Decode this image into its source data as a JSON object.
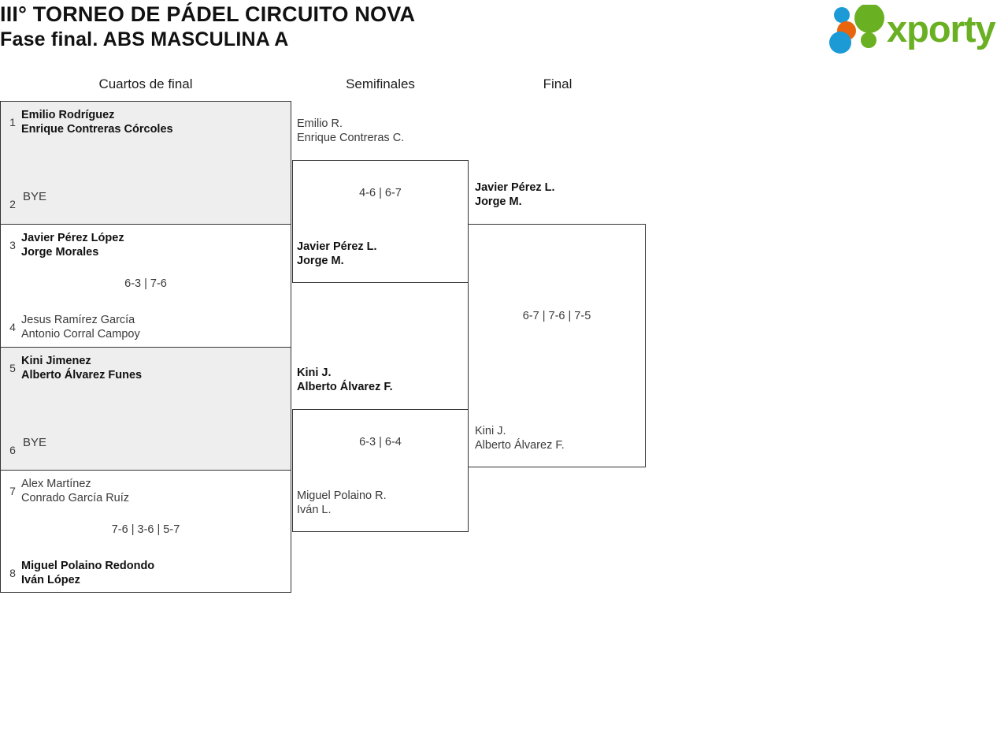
{
  "header": {
    "title_line1": "III° TORNEO DE PÁDEL CIRCUITO NOVA",
    "title_line2": "Fase final. ABS MASCULINA A",
    "logo_text": "xporty",
    "logo_colors": {
      "green": "#6ab023",
      "blue": "#1b9ad6",
      "orange": "#e8650d"
    }
  },
  "rounds": [
    {
      "label": "Cuartos de final"
    },
    {
      "label": "Semifinales"
    },
    {
      "label": "Final"
    }
  ],
  "quarterfinals": [
    {
      "shaded": true,
      "score": "",
      "top": {
        "seed": "1",
        "winner": true,
        "players": [
          "Emilio Rodríguez",
          "Enrique Contreras Córcoles"
        ]
      },
      "bottom": {
        "seed": "2",
        "winner": false,
        "players": [
          "BYE"
        ]
      }
    },
    {
      "shaded": false,
      "score": "6-3 | 7-6",
      "top": {
        "seed": "3",
        "winner": true,
        "players": [
          "Javier Pérez López",
          "Jorge Morales"
        ]
      },
      "bottom": {
        "seed": "4",
        "winner": false,
        "players": [
          "Jesus Ramírez García",
          "Antonio Corral Campoy"
        ]
      }
    },
    {
      "shaded": true,
      "score": "",
      "top": {
        "seed": "5",
        "winner": true,
        "players": [
          "Kini Jimenez",
          "Alberto Álvarez Funes"
        ]
      },
      "bottom": {
        "seed": "6",
        "winner": false,
        "players": [
          "BYE"
        ]
      }
    },
    {
      "shaded": false,
      "score": "7-6 | 3-6 | 5-7",
      "top": {
        "seed": "7",
        "winner": false,
        "players": [
          "Alex Martínez",
          "Conrado García Ruíz"
        ]
      },
      "bottom": {
        "seed": "8",
        "winner": true,
        "players": [
          "Miguel Polaino Redondo",
          "Iván López"
        ]
      }
    }
  ],
  "semifinals": [
    {
      "score": "4-6 | 6-7",
      "top": {
        "winner": false,
        "players": [
          "Emilio R.",
          "Enrique Contreras C."
        ]
      },
      "bottom": {
        "winner": true,
        "players": [
          "Javier Pérez L.",
          "Jorge M."
        ]
      }
    },
    {
      "score": "6-3 | 6-4",
      "top": {
        "winner": true,
        "players": [
          "Kini J.",
          "Alberto Álvarez F."
        ]
      },
      "bottom": {
        "winner": false,
        "players": [
          "Miguel Polaino R.",
          "Iván L."
        ]
      }
    }
  ],
  "final": {
    "score": "6-7 | 7-6 | 7-5",
    "top": {
      "winner": true,
      "players": [
        "Javier Pérez L.",
        "Jorge M."
      ]
    },
    "bottom": {
      "winner": false,
      "players": [
        "Kini J.",
        "Alberto Álvarez F."
      ]
    }
  }
}
